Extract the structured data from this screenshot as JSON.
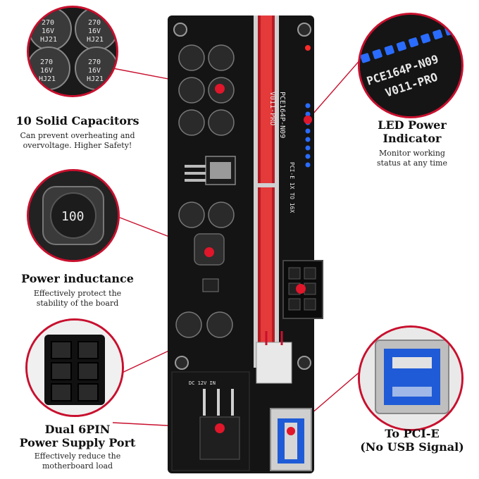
{
  "callouts": {
    "capacitors": {
      "title": "10 Solid Capacitors",
      "desc": [
        "Can prevent overheating and",
        "overvoltage. Higher Safety!"
      ]
    },
    "inductance": {
      "title": "Power inductance",
      "desc": [
        "Effectively protect the",
        "stability of the board"
      ]
    },
    "sixpin": {
      "title": [
        "Dual 6PIN",
        "Power Supply Port"
      ],
      "desc": [
        "Effectively reduce the",
        "motherboard load"
      ]
    },
    "led": {
      "title": [
        "LED Power",
        "Indicator"
      ],
      "desc": [
        "Monitor working",
        "status at any time"
      ]
    },
    "pcie": {
      "title": [
        "To PCI-E",
        "(No USB Signal)"
      ]
    }
  },
  "board_text": {
    "model": "PCE164P-N09",
    "version": "V011-PRO",
    "link": "PCI-E 1X TO 16X",
    "cap_marking": [
      "270",
      "16V",
      "HJ21"
    ],
    "inductor_code": "100",
    "dc_label": "DC 12V IN",
    "led_zoom_model": "PCE164P-N09",
    "led_zoom_version": "V011-PRO"
  },
  "colors": {
    "accent": "#c8102e",
    "board": "#141414",
    "led": "#2a6cff",
    "usb_blue": "#1f5bd6"
  }
}
